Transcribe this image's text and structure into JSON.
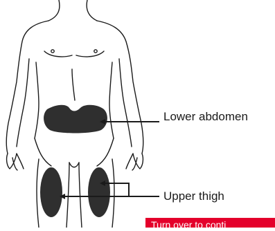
{
  "labels": {
    "abdomen": "Lower abdomen",
    "thigh": "Upper thigh"
  },
  "banner": {
    "text": "Turn over to conti",
    "color": "#e4002b"
  },
  "colors": {
    "outline": "#1a1a1a",
    "injection_site": "#2f2f2f"
  }
}
